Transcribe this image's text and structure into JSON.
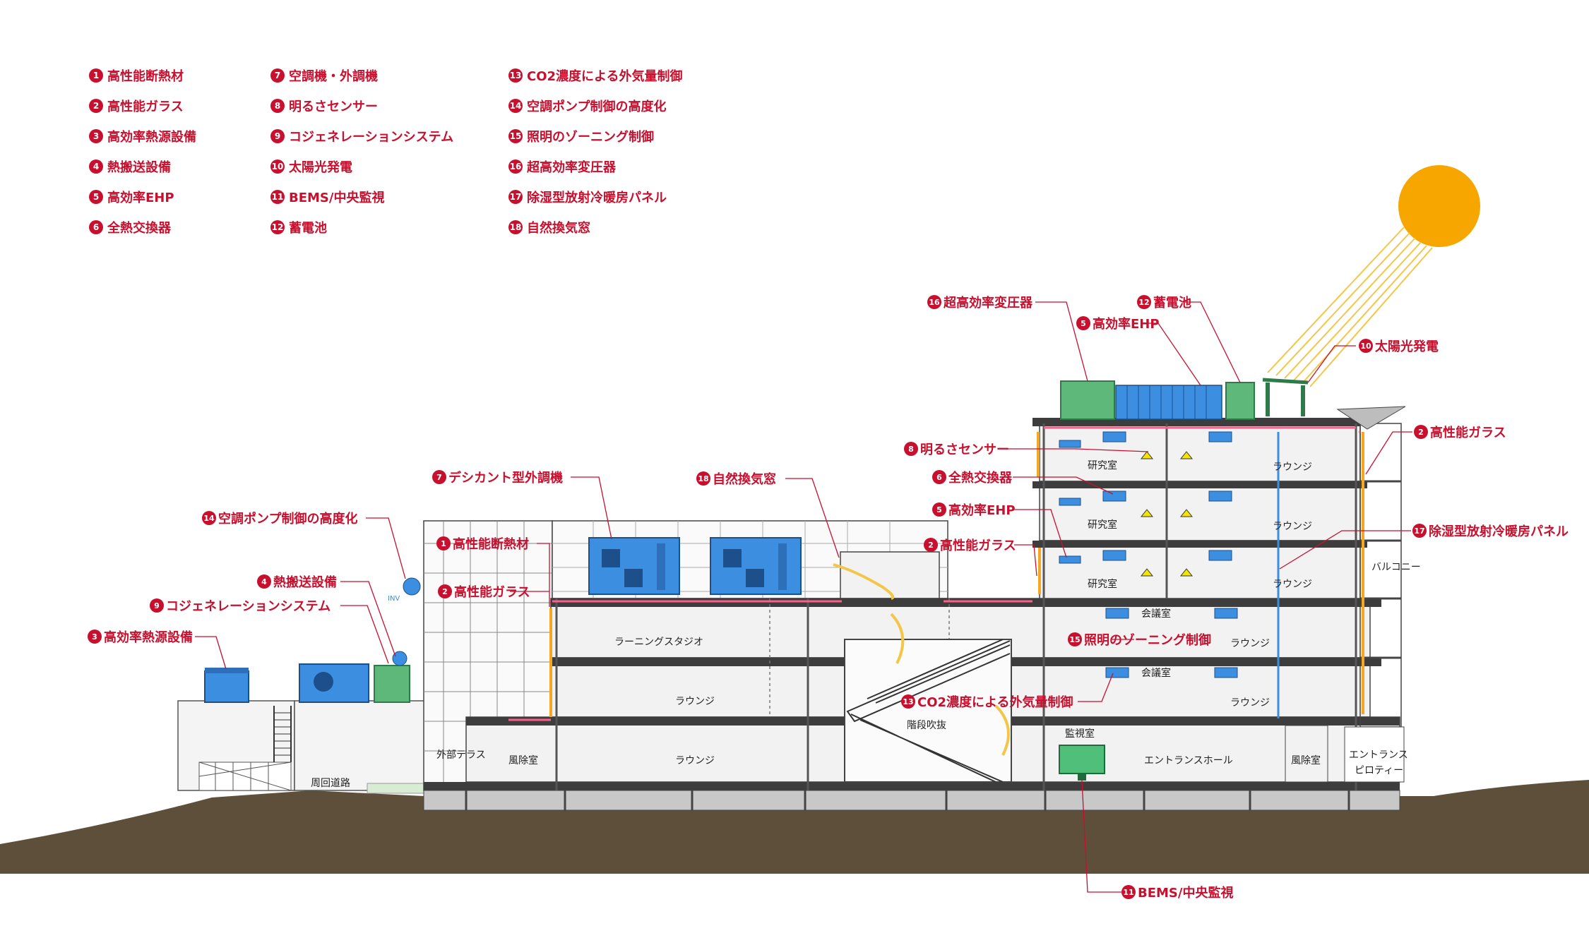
{
  "legend": {
    "col1": [
      {
        "num": "1",
        "label": "高性能断熱材"
      },
      {
        "num": "2",
        "label": "高性能ガラス"
      },
      {
        "num": "3",
        "label": "高効率熱源設備"
      },
      {
        "num": "4",
        "label": "熱搬送設備"
      },
      {
        "num": "5",
        "label": "高効率EHP"
      },
      {
        "num": "6",
        "label": "全熱交換器"
      }
    ],
    "col2": [
      {
        "num": "7",
        "label": "空調機・外調機"
      },
      {
        "num": "8",
        "label": "明るさセンサー"
      },
      {
        "num": "9",
        "label": "コジェネレーションシステム"
      },
      {
        "num": "10",
        "label": "太陽光発電"
      },
      {
        "num": "11",
        "label": "BEMS/中央監視"
      },
      {
        "num": "12",
        "label": "蓄電池"
      }
    ],
    "col3": [
      {
        "num": "13",
        "label": "CO2濃度による外気量制御"
      },
      {
        "num": "14",
        "label": "空調ポンプ制御の高度化"
      },
      {
        "num": "15",
        "label": "照明のゾーニング制御"
      },
      {
        "num": "16",
        "label": "超高効率変圧器"
      },
      {
        "num": "17",
        "label": "除湿型放射冷暖房パネル"
      },
      {
        "num": "18",
        "label": "自然換気窓"
      }
    ]
  },
  "callouts": {
    "c16": {
      "num": "16",
      "label": "超高効率変圧器"
    },
    "c12": {
      "num": "12",
      "label": "蓄電池"
    },
    "c5top": {
      "num": "5",
      "label": "高効率EHP"
    },
    "c10": {
      "num": "10",
      "label": "太陽光発電"
    },
    "c2right": {
      "num": "2",
      "label": "高性能ガラス"
    },
    "c8": {
      "num": "8",
      "label": "明るさセンサー"
    },
    "c6": {
      "num": "6",
      "label": "全熱交換器"
    },
    "c5mid": {
      "num": "5",
      "label": "高効率EHP"
    },
    "c2mid": {
      "num": "2",
      "label": "高性能ガラス"
    },
    "c17": {
      "num": "17",
      "label": "除湿型放射冷暖房パネル"
    },
    "c7": {
      "num": "7",
      "label": "デシカント型外調機"
    },
    "c18": {
      "num": "18",
      "label": "自然換気窓"
    },
    "c14": {
      "num": "14",
      "label": "空調ポンプ制御の高度化"
    },
    "c1": {
      "num": "1",
      "label": "高性能断熱材"
    },
    "c4": {
      "num": "4",
      "label": "熱搬送設備"
    },
    "c2left": {
      "num": "2",
      "label": "高性能ガラス"
    },
    "c9": {
      "num": "9",
      "label": "コジェネレーションシステム"
    },
    "c3": {
      "num": "3",
      "label": "高効率熱源設備"
    },
    "c15": {
      "num": "15",
      "label": "照明のゾーニング制御"
    },
    "c13": {
      "num": "13",
      "label": "CO2濃度による外気量制御"
    },
    "c11": {
      "num": "11",
      "label": "BEMS/中央監視"
    }
  },
  "rooms": {
    "kenkyu1": "研究室",
    "kenkyu2": "研究室",
    "kenkyu3": "研究室",
    "lounge_r1": "ラウンジ",
    "lounge_r2": "ラウンジ",
    "lounge_r3": "ラウンジ",
    "lounge_r4": "ラウンジ",
    "lounge_r5": "ラウンジ",
    "balcony": "バルコニー",
    "kaigi1": "会議室",
    "kaigi2": "会議室",
    "learning": "ラーニングスタジオ",
    "lounge_2f": "ラウンジ",
    "lounge_1f": "ラウンジ",
    "stairwell": "階段吹抜",
    "kanshi": "監視室",
    "entrance_hall": "エントランスホール",
    "fujo_left": "風除室",
    "fujo_right": "風除室",
    "entrance_piloti_1": "エントランス",
    "entrance_piloti_2": "ピロティー",
    "terrace": "外部テラス",
    "road": "周回道路",
    "inv": "INV"
  },
  "colors": {
    "callout_red": "#c8102e",
    "equipment_blue": "#3c8fe0",
    "equipment_green": "#5db87a",
    "sun": "#f7a600",
    "ground": "#5e4f3b",
    "slab": "#3d3d3d",
    "insulation_pink": "#ff5e8a",
    "glass_orange": "#f5a623"
  }
}
